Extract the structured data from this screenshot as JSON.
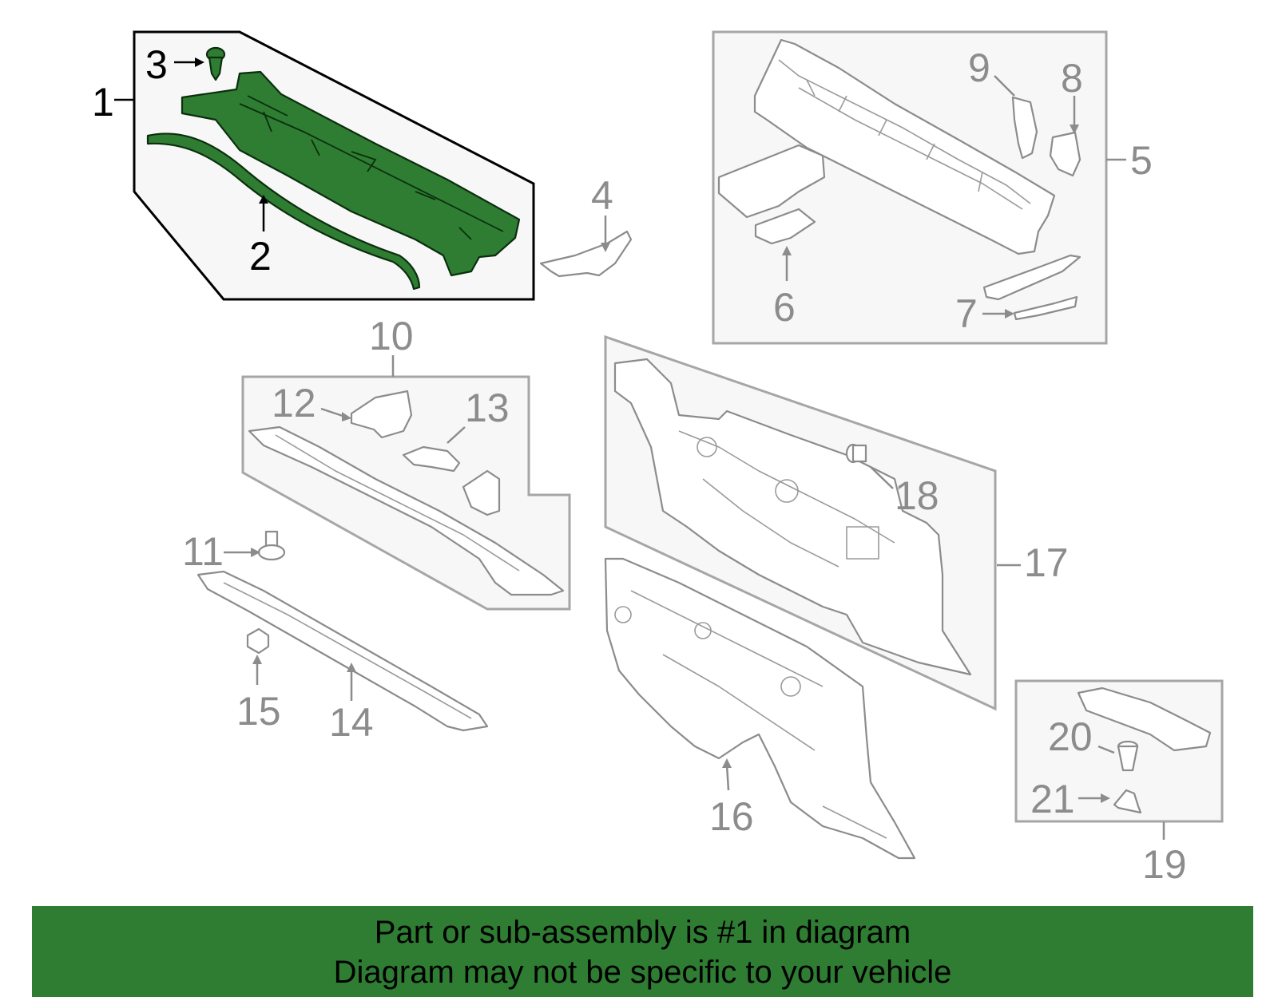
{
  "callouts": {
    "c1": "1",
    "c2": "2",
    "c3": "3",
    "c4": "4",
    "c5": "5",
    "c6": "6",
    "c7": "7",
    "c8": "8",
    "c9": "9",
    "c10": "10",
    "c11": "11",
    "c12": "12",
    "c13": "13",
    "c14": "14",
    "c15": "15",
    "c16": "16",
    "c17": "17",
    "c18": "18",
    "c19": "19",
    "c20": "20",
    "c21": "21"
  },
  "highlight_color": "#2e7d32",
  "banner": {
    "line1": "Part or sub-assembly is #1 in diagram",
    "line2": "Diagram may not be specific to your vehicle"
  }
}
